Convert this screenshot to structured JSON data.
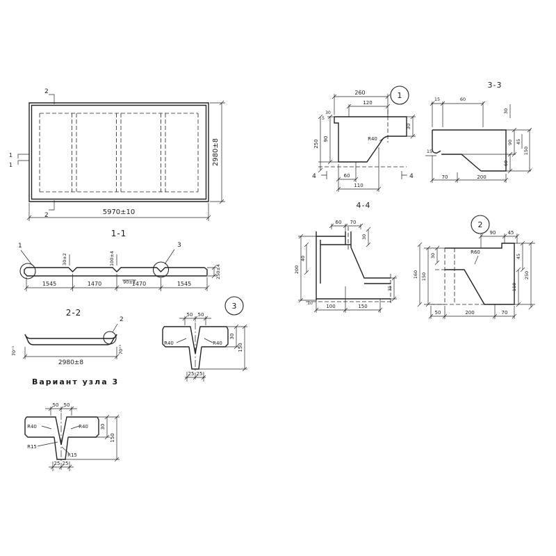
{
  "plan": {
    "cut_top": "2",
    "cut_bottom": "2",
    "cut_left_a": "1",
    "cut_left_b": "1",
    "width": "5970±10",
    "height": "2980±8",
    "label": "1-1"
  },
  "sec11": {
    "bubble_left": "1",
    "callout": "3",
    "dim_notch1": "30±2",
    "dim_notch2": "100±4",
    "dim_mid": "90±3",
    "dim_thk": "250±4",
    "seg1": "1545",
    "seg2": "1470",
    "seg3": "1470",
    "seg4": "1545",
    "label": "2-2"
  },
  "sec22": {
    "callout": "2",
    "edge_left": "70⁺⁵",
    "edge_right": "70⁺⁵",
    "width": "2980±8"
  },
  "det3": {
    "bubble": "3",
    "top1": "50",
    "top2": "50",
    "r_left": "R40",
    "r_right": "R40",
    "thk": "30",
    "height": "150",
    "bot1": "25",
    "bot2": "25"
  },
  "var3": {
    "heading": "Вариант узла 3",
    "top1": "50",
    "top2": "50",
    "thk": "30",
    "r_left": "R40",
    "r_right": "R40",
    "height": "150",
    "r15_a": "R15",
    "r15_b": "R15",
    "bot1": "25",
    "bot2": "25"
  },
  "det1": {
    "bubble": "1",
    "w": "260",
    "w2": "120",
    "lip": "30",
    "gap": "5",
    "h1": "90",
    "h2": "250",
    "r": "R40",
    "thk": "30",
    "cut_a": "4",
    "cut_b": "4",
    "b1": "60",
    "b2": "110"
  },
  "sec33": {
    "label": "3-3",
    "t1": "15",
    "t2": "60",
    "r1": "30",
    "r2": "90",
    "r3": "60",
    "r4": "45",
    "r5": "150",
    "l1": "15",
    "b1": "70",
    "b2": "200"
  },
  "sec44": {
    "label": "4-4",
    "t1": "60",
    "t2": "70",
    "t3": "30",
    "l1": "40",
    "l2": "200",
    "l3": "10",
    "b1": "100",
    "b2": "150",
    "r1": "35"
  },
  "det2": {
    "bubble": "2",
    "t1": "90",
    "t2": "45",
    "l1": "30",
    "l2": "150",
    "l3": "160",
    "r": "R60",
    "r1": "45",
    "r2": "250",
    "r3": "110",
    "b1": "50",
    "b2": "200",
    "b3": "70"
  }
}
